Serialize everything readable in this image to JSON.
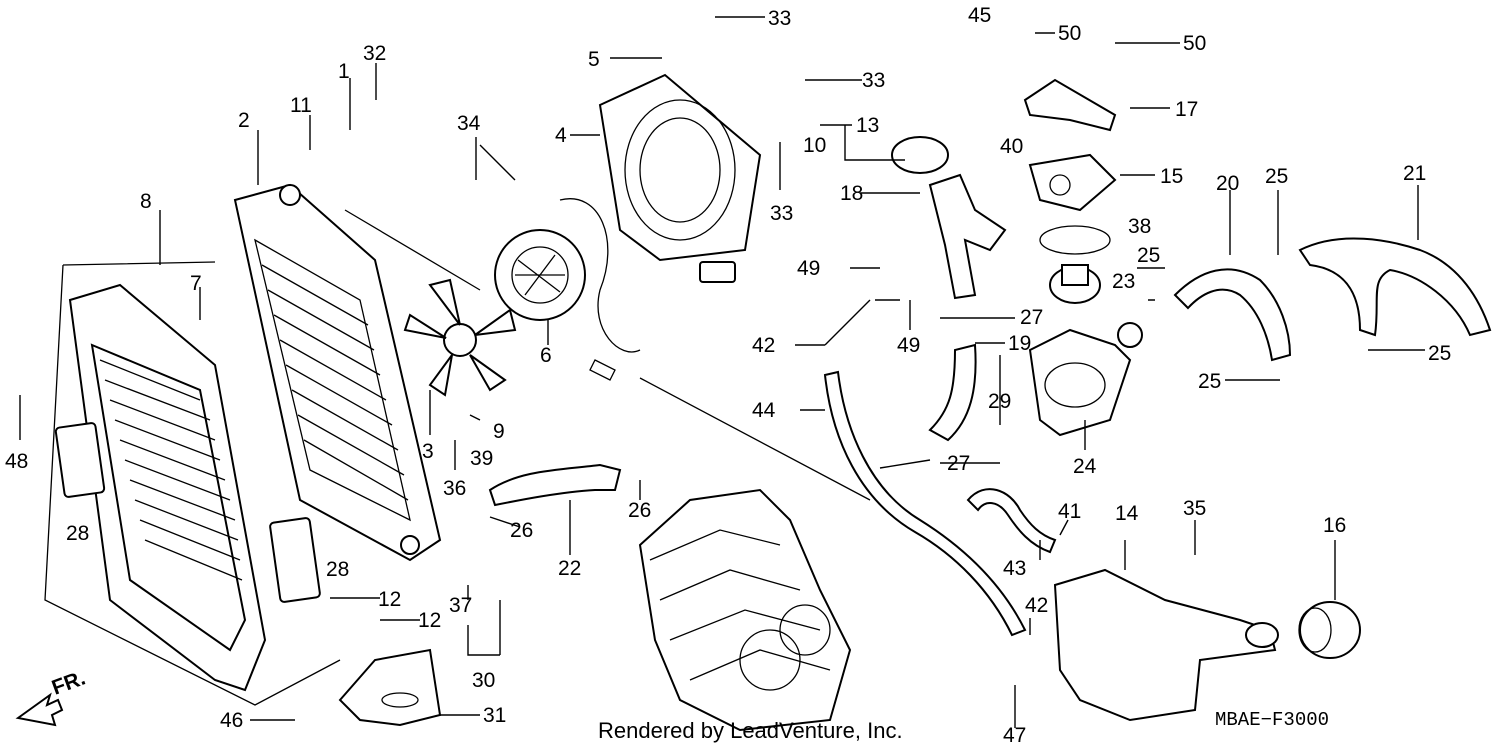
{
  "diagram": {
    "credit": "Rendered by LeadVenture, Inc.",
    "code": "MBAE−F3000",
    "front_label": "FR.",
    "callouts": [
      "1",
      "2",
      "3",
      "4",
      "5",
      "6",
      "7",
      "8",
      "9",
      "10",
      "11",
      "12",
      "12",
      "13",
      "14",
      "15",
      "16",
      "17",
      "18",
      "19",
      "20",
      "21",
      "22",
      "23",
      "24",
      "25",
      "25",
      "25",
      "25",
      "26",
      "26",
      "27",
      "27",
      "28",
      "28",
      "29",
      "30",
      "31",
      "32",
      "33",
      "33",
      "33",
      "34",
      "35",
      "36",
      "37",
      "38",
      "39",
      "40",
      "41",
      "42",
      "42",
      "43",
      "44",
      "45",
      "46",
      "47",
      "48",
      "49",
      "49",
      "50",
      "50"
    ]
  }
}
